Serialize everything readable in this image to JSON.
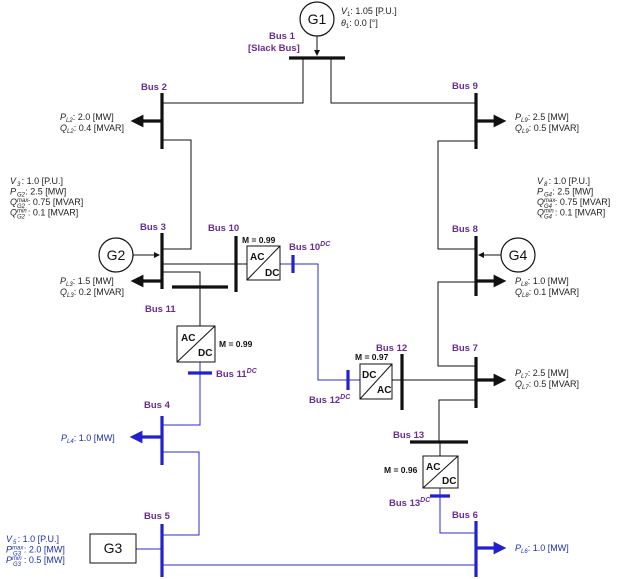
{
  "buses": {
    "bus1": {
      "name": "Bus 1",
      "note": "[Slack  Bus]"
    },
    "bus2": {
      "name": "Bus 2"
    },
    "bus3": {
      "name": "Bus 3"
    },
    "bus4": {
      "name": "Bus 4"
    },
    "bus5": {
      "name": "Bus 5"
    },
    "bus6": {
      "name": "Bus 6"
    },
    "bus7": {
      "name": "Bus 7"
    },
    "bus8": {
      "name": "Bus 8"
    },
    "bus9": {
      "name": "Bus 9"
    },
    "bus10": {
      "name": "Bus 10"
    },
    "bus11": {
      "name": "Bus 11"
    },
    "bus12": {
      "name": "Bus 12"
    },
    "bus13": {
      "name": "Bus 13"
    },
    "bus10dc": {
      "name": "Bus 10",
      "sup": "DC"
    },
    "bus11dc": {
      "name": "Bus 11",
      "sup": "DC"
    },
    "bus12dc": {
      "name": "Bus 12",
      "sup": "DC"
    },
    "bus13dc": {
      "name": "Bus 13",
      "sup": "DC"
    }
  },
  "generators": {
    "g1": {
      "label": "G1",
      "v_sym": "V",
      "v_sub": "1",
      "v_val": ": 1.05 [P.U.]",
      "th_sym": "θ",
      "th_sub": "1",
      "th_val": ": 0.0 [°]"
    },
    "g2": {
      "label": "G2",
      "rows": [
        {
          "sym": "V",
          "sub": "3",
          "sup": "",
          "val": ": 1.0 [P.U.]"
        },
        {
          "sym": "P",
          "sub": "G2",
          "sup": "",
          "val": ": 2.5 [MW]"
        },
        {
          "sym": "Q",
          "sub": "G2",
          "sup": "max",
          "val": ": 0.75 [MVAR]"
        },
        {
          "sym": "Q",
          "sub": "G2",
          "sup": "min",
          "val": ": 0.1 [MVAR]"
        }
      ]
    },
    "g3": {
      "label": "G3",
      "rows": [
        {
          "sym": "V",
          "sub": "5",
          "sup": "",
          "val": ": 1.0 [P.U.]"
        },
        {
          "sym": "P",
          "sub": "G3",
          "sup": "max",
          "val": ": 2.0 [MW]"
        },
        {
          "sym": "P",
          "sub": "G3",
          "sup": "min",
          "val": ": 0.5 [MW]"
        }
      ]
    },
    "g4": {
      "label": "G4",
      "rows": [
        {
          "sym": "V",
          "sub": "8",
          "sup": "",
          "val": ": 1.0 [P.U.]"
        },
        {
          "sym": "P",
          "sub": "G4",
          "sup": "",
          "val": ": 2.5 [MW]"
        },
        {
          "sym": "Q",
          "sub": "G4",
          "sup": "max",
          "val": ": 0.75 [MVAR]"
        },
        {
          "sym": "Q",
          "sub": "G4",
          "sup": "min",
          "val": ": 0.1 [MVAR]"
        }
      ]
    }
  },
  "loads": {
    "l2": {
      "p_sub": "L2",
      "p_val": ": 2.0 [MW]",
      "q_sub": "L2",
      "q_val": ": 0.4 [MVAR]"
    },
    "l3": {
      "p_sub": "L3",
      "p_val": ": 1.5 [MW]",
      "q_sub": "L3",
      "q_val": ": 0.2 [MVAR]"
    },
    "l4": {
      "p_sub": "L4",
      "p_val": ": 1.0 [MW]"
    },
    "l6": {
      "p_sub": "L6",
      "p_val": ": 1.0 [MW]"
    },
    "l7": {
      "p_sub": "L7",
      "p_val": ": 2.5 [MW]",
      "q_sub": "L7",
      "q_val": ": 0.5 [MVAR]"
    },
    "l8": {
      "p_sub": "L8",
      "p_val": ": 1.0 [MW]",
      "q_sub": "L8",
      "q_val": ": 0.1 [MVAR]"
    },
    "l9": {
      "p_sub": "L9",
      "p_val": ": 2.5 [MW]",
      "q_sub": "L9",
      "q_val": ": 0.5 [MVAR]"
    }
  },
  "converters": {
    "c10": {
      "top": "AC",
      "bottom": "DC",
      "m": "M = 0.99"
    },
    "c11": {
      "top": "AC",
      "bottom": "DC",
      "m": "M = 0.99"
    },
    "c12": {
      "top": "DC",
      "bottom": "AC",
      "m": "M = 0.97"
    },
    "c13": {
      "top": "AC",
      "bottom": "DC",
      "m": "M = 0.96"
    }
  },
  "colors": {
    "ac_line": "#111111",
    "dc_line": "#2c2cc8",
    "label": "#6a2c91",
    "dc_text": "#1f2fb0"
  },
  "symbols": {
    "P": "P",
    "Q": "Q"
  }
}
